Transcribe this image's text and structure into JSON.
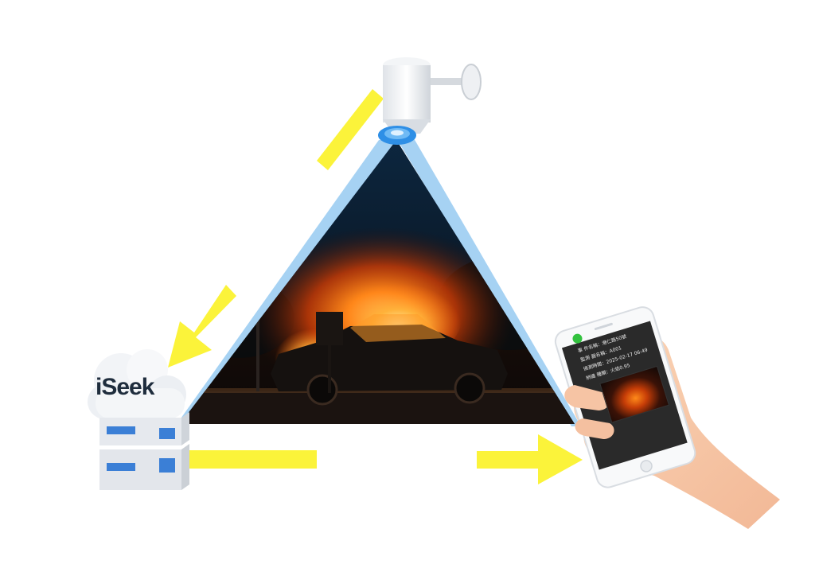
{
  "logo": {
    "text": "iSeek"
  },
  "phone": {
    "notification_badge": "",
    "lines": [
      "事 件名稱：港仁路50號",
      "監測 器名稱：A001",
      "偵測時間：2025-02-17 06:49",
      "辨識 種類：火焰0.95"
    ]
  },
  "colors": {
    "arrow": "#fbf33a",
    "sky_top": "#0b1f33",
    "beam_edge": "#8fc6ee",
    "camera_ring": "#2e8fe6",
    "fire": "#ff8a1a",
    "server": "#e6e9ee",
    "server_port": "#3b7fd6"
  },
  "icons": [
    "security-camera-icon",
    "cloud-icon",
    "server-icon",
    "smartphone-icon",
    "hand-icon",
    "fire-icon"
  ]
}
